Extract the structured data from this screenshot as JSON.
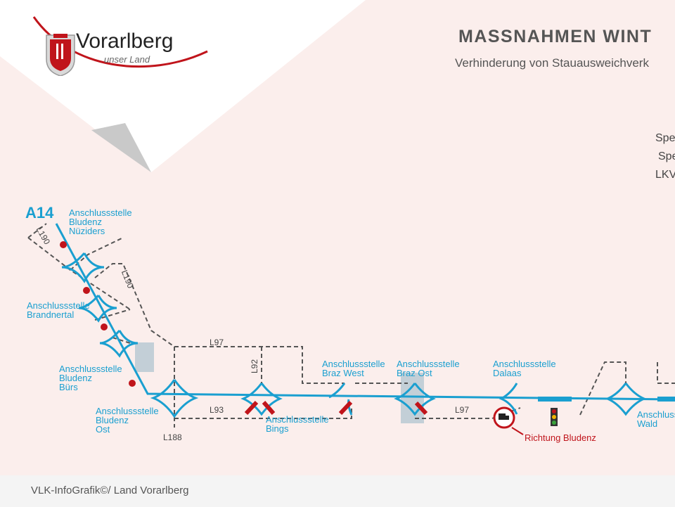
{
  "header": {
    "title": "MASSNAHMEN WINT",
    "subtitle": "Verhinderung von Stauausweichverk",
    "side_lines": [
      "Spe",
      "Spe",
      "LKV"
    ]
  },
  "logo": {
    "name": "Vorarlberg",
    "tagline": "unser Land"
  },
  "footer": {
    "credit": "VLK-InfoGrafik©/ Land Vorarlberg"
  },
  "motorway": {
    "label": "A14",
    "color": "#1a9fd0"
  },
  "junctions": [
    {
      "lines": [
        "Anschlussstelle",
        "Bludenz",
        "Nüziders"
      ]
    },
    {
      "lines": [
        "Anschlussstelle",
        "Brandnertal"
      ]
    },
    {
      "lines": [
        "Anschlussstelle",
        "Bludenz",
        "Bürs"
      ]
    },
    {
      "lines": [
        "Anschlussstelle",
        "Bludenz",
        "Ost"
      ]
    },
    {
      "lines": [
        "Anschlussstelle",
        "Bings"
      ]
    },
    {
      "lines": [
        "Anschlussstelle",
        "Braz West"
      ]
    },
    {
      "lines": [
        "Anschlussstelle",
        "Braz Ost"
      ]
    },
    {
      "lines": [
        "Anschlussstelle",
        "Dalaas"
      ]
    },
    {
      "lines": [
        "Anschluss",
        "Wald"
      ]
    }
  ],
  "roads": [
    "L190",
    "L190",
    "L97",
    "L92",
    "L93",
    "L188",
    "L97"
  ],
  "direction": "Richtung Bludenz",
  "colors": {
    "road_dashed": "#555555",
    "closure": "#c0141b",
    "highlight": "#b9c9d3"
  }
}
